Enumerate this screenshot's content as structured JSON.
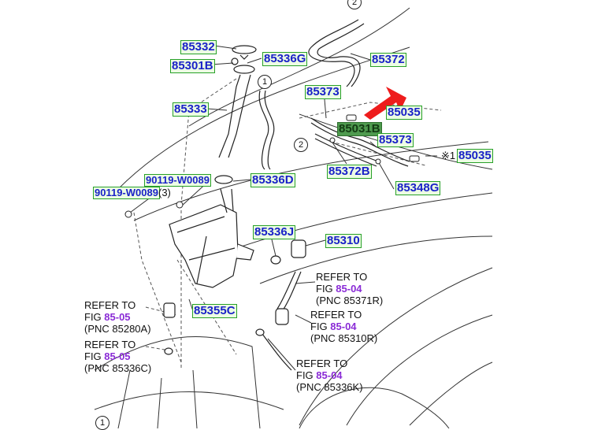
{
  "part_labels": {
    "p85332": "85332",
    "p85301b": "85301B",
    "p85336g": "85336G",
    "p85372": "85372",
    "p85373a": "85373",
    "p85035a": "85035",
    "p85031b": "85031B",
    "p85373b": "85373",
    "p85035b": "85035",
    "p85333": "85333",
    "p85372b": "85372B",
    "p85348g": "85348G",
    "p90119a": "90119-W0089",
    "p85336d": "85336D",
    "p90119b": "90119-W0089",
    "p85336j": "85336J",
    "p85310": "85310",
    "p85355c": "85355C"
  },
  "qty_90119b": "(3)",
  "note_mark": "※1",
  "callouts": {
    "c1_top": "1",
    "c2_top": "2",
    "c2_mid": "2",
    "c1_bottom": "1"
  },
  "references": [
    {
      "line1": "REFER TO",
      "fig_prefix": "FIG ",
      "fig": "85-04",
      "pnc": "(PNC 85371R)"
    },
    {
      "line1": "REFER TO",
      "fig_prefix": "FIG ",
      "fig": "85-05",
      "pnc": "(PNC 85280A)"
    },
    {
      "line1": "REFER TO",
      "fig_prefix": "FIG ",
      "fig": "85-04",
      "pnc": "(PNC 85310R)"
    },
    {
      "line1": "REFER TO",
      "fig_prefix": "FIG ",
      "fig": "85-05",
      "pnc": "(PNC 85336C)"
    },
    {
      "line1": "REFER TO",
      "fig_prefix": "FIG ",
      "fig": "85-04",
      "pnc": "(PNC 85336K)"
    }
  ],
  "colors": {
    "label_text": "#1a21c8",
    "label_bg": "#ecfde4",
    "label_border": "#28a028",
    "highlight_bg": "#4e9a4e",
    "fig_link": "#8a2bd6",
    "arrow": "#ee1c1c"
  }
}
